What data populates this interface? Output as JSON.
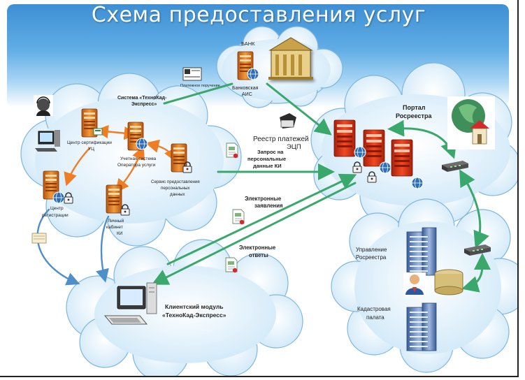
{
  "title": "Схема предоставления услуг",
  "nodes": {
    "bank": "БАНК",
    "bank_ais_1": "Банковская",
    "bank_ais_2": "АИС",
    "payment_order": "Платежное поручение",
    "system_1": "Система «ТехноКад-",
    "system_2": "Экспресс»",
    "cert_center_1": "Центр сертификации",
    "cert_center_2": "УЦ",
    "operator_1": "Учетная система",
    "operator_2": "Оператора услуги",
    "pd_service_1": "Сервис предоставления",
    "pd_service_2": "персональных",
    "pd_service_3": "данных",
    "reg_center_1": "Центр",
    "reg_center_2": "регистрации",
    "cabinet_1": "Личный",
    "cabinet_2": "кабинет",
    "cabinet_3": "КИ",
    "registry_1": "Реестр платежей",
    "registry_2": "ЭЦП",
    "pd_request_1": "Запрос на",
    "pd_request_2": "персональные",
    "pd_request_3": "данные КИ",
    "portal_1": "Портал",
    "portal_2": "Росреестра",
    "e_statements_1": "Электронные",
    "e_statements_2": "заявления",
    "e_answers_1": "Электронные",
    "e_answers_2": "ответы",
    "directorate_1": "Управление",
    "directorate_2": "Росреестра",
    "cadastral_1": "Кадастровая",
    "cadastral_2": "палата",
    "client_1": "Клиентский модуль",
    "client_2": "«ТехноКад-Экспресс»"
  },
  "icons": [
    "server-icon",
    "bank-building-icon",
    "home-globe-icon",
    "switch-icon",
    "monitor-icon",
    "database-icon",
    "user-icon",
    "document-icon",
    "seal-icon",
    "lock-icon"
  ],
  "colors": {
    "cloud_fill": "#d6ecfa",
    "arrow_green": "#3aa86b",
    "arrow_orange": "#ef7d24",
    "arrow_blue": "#4f8fc8",
    "server_orange": "#e67a1e",
    "server_red": "#d93a20"
  }
}
